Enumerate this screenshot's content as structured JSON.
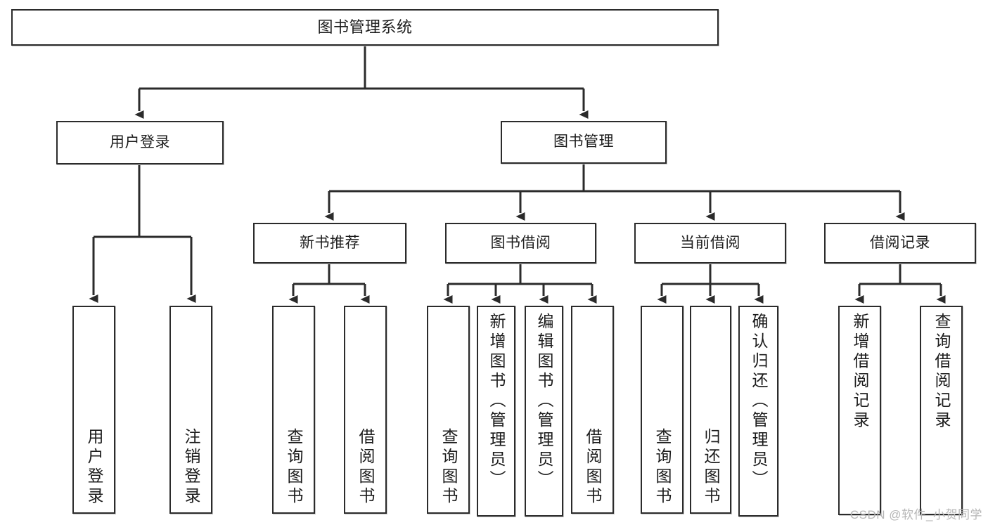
{
  "diagram": {
    "title": "图书管理系统",
    "type": "tree",
    "orientation": "top-down",
    "colors": {
      "box_border": "#2b2b2b",
      "box_fill": "#ffffff",
      "connector": "#2b2b2b",
      "shadow": "#c9c9c9",
      "text": "#1c1c1c",
      "watermark": "#b6b6b6"
    }
  },
  "watermark": "CSDN @软件_小贺同学",
  "nodes": {
    "root": {
      "label": "图书管理系统",
      "level": 1
    },
    "l2": [
      {
        "id": "user_login",
        "label": "用户登录",
        "level": 2
      },
      {
        "id": "book_manage",
        "label": "图书管理",
        "level": 2
      }
    ],
    "l3": [
      {
        "id": "new_book_rec",
        "label": "新书推荐",
        "level": 3,
        "parent": "book_manage"
      },
      {
        "id": "book_borrow",
        "label": "图书借阅",
        "level": 3,
        "parent": "book_manage"
      },
      {
        "id": "current_borrow",
        "label": "当前借阅",
        "level": 3,
        "parent": "book_manage"
      },
      {
        "id": "borrow_record",
        "label": "借阅记录",
        "level": 3,
        "parent": "book_manage"
      }
    ],
    "leaves": [
      {
        "id": "leaf_user_login",
        "label": "用户登录",
        "parent": "user_login"
      },
      {
        "id": "leaf_logout",
        "label": "注销登录",
        "parent": "user_login"
      },
      {
        "id": "leaf_query_book_1",
        "label": "查询图书",
        "parent": "new_book_rec"
      },
      {
        "id": "leaf_borrow_book_1",
        "label": "借阅图书",
        "parent": "new_book_rec"
      },
      {
        "id": "leaf_query_book_2",
        "label": "查询图书",
        "parent": "book_borrow"
      },
      {
        "id": "leaf_add_book",
        "label": "新增图书（管理员）",
        "parent": "book_borrow"
      },
      {
        "id": "leaf_edit_book",
        "label": "编辑图书（管理员）",
        "parent": "book_borrow"
      },
      {
        "id": "leaf_borrow_book_2",
        "label": "借阅图书",
        "parent": "book_borrow"
      },
      {
        "id": "leaf_query_book_3",
        "label": "查询图书",
        "parent": "current_borrow"
      },
      {
        "id": "leaf_return_book",
        "label": "归还图书",
        "parent": "current_borrow"
      },
      {
        "id": "leaf_confirm_return",
        "label": "确认归还（管理员）",
        "parent": "current_borrow"
      },
      {
        "id": "leaf_add_record",
        "label": "新增借阅记录",
        "parent": "borrow_record"
      },
      {
        "id": "leaf_query_record",
        "label": "查询借阅记录",
        "parent": "borrow_record"
      }
    ]
  }
}
